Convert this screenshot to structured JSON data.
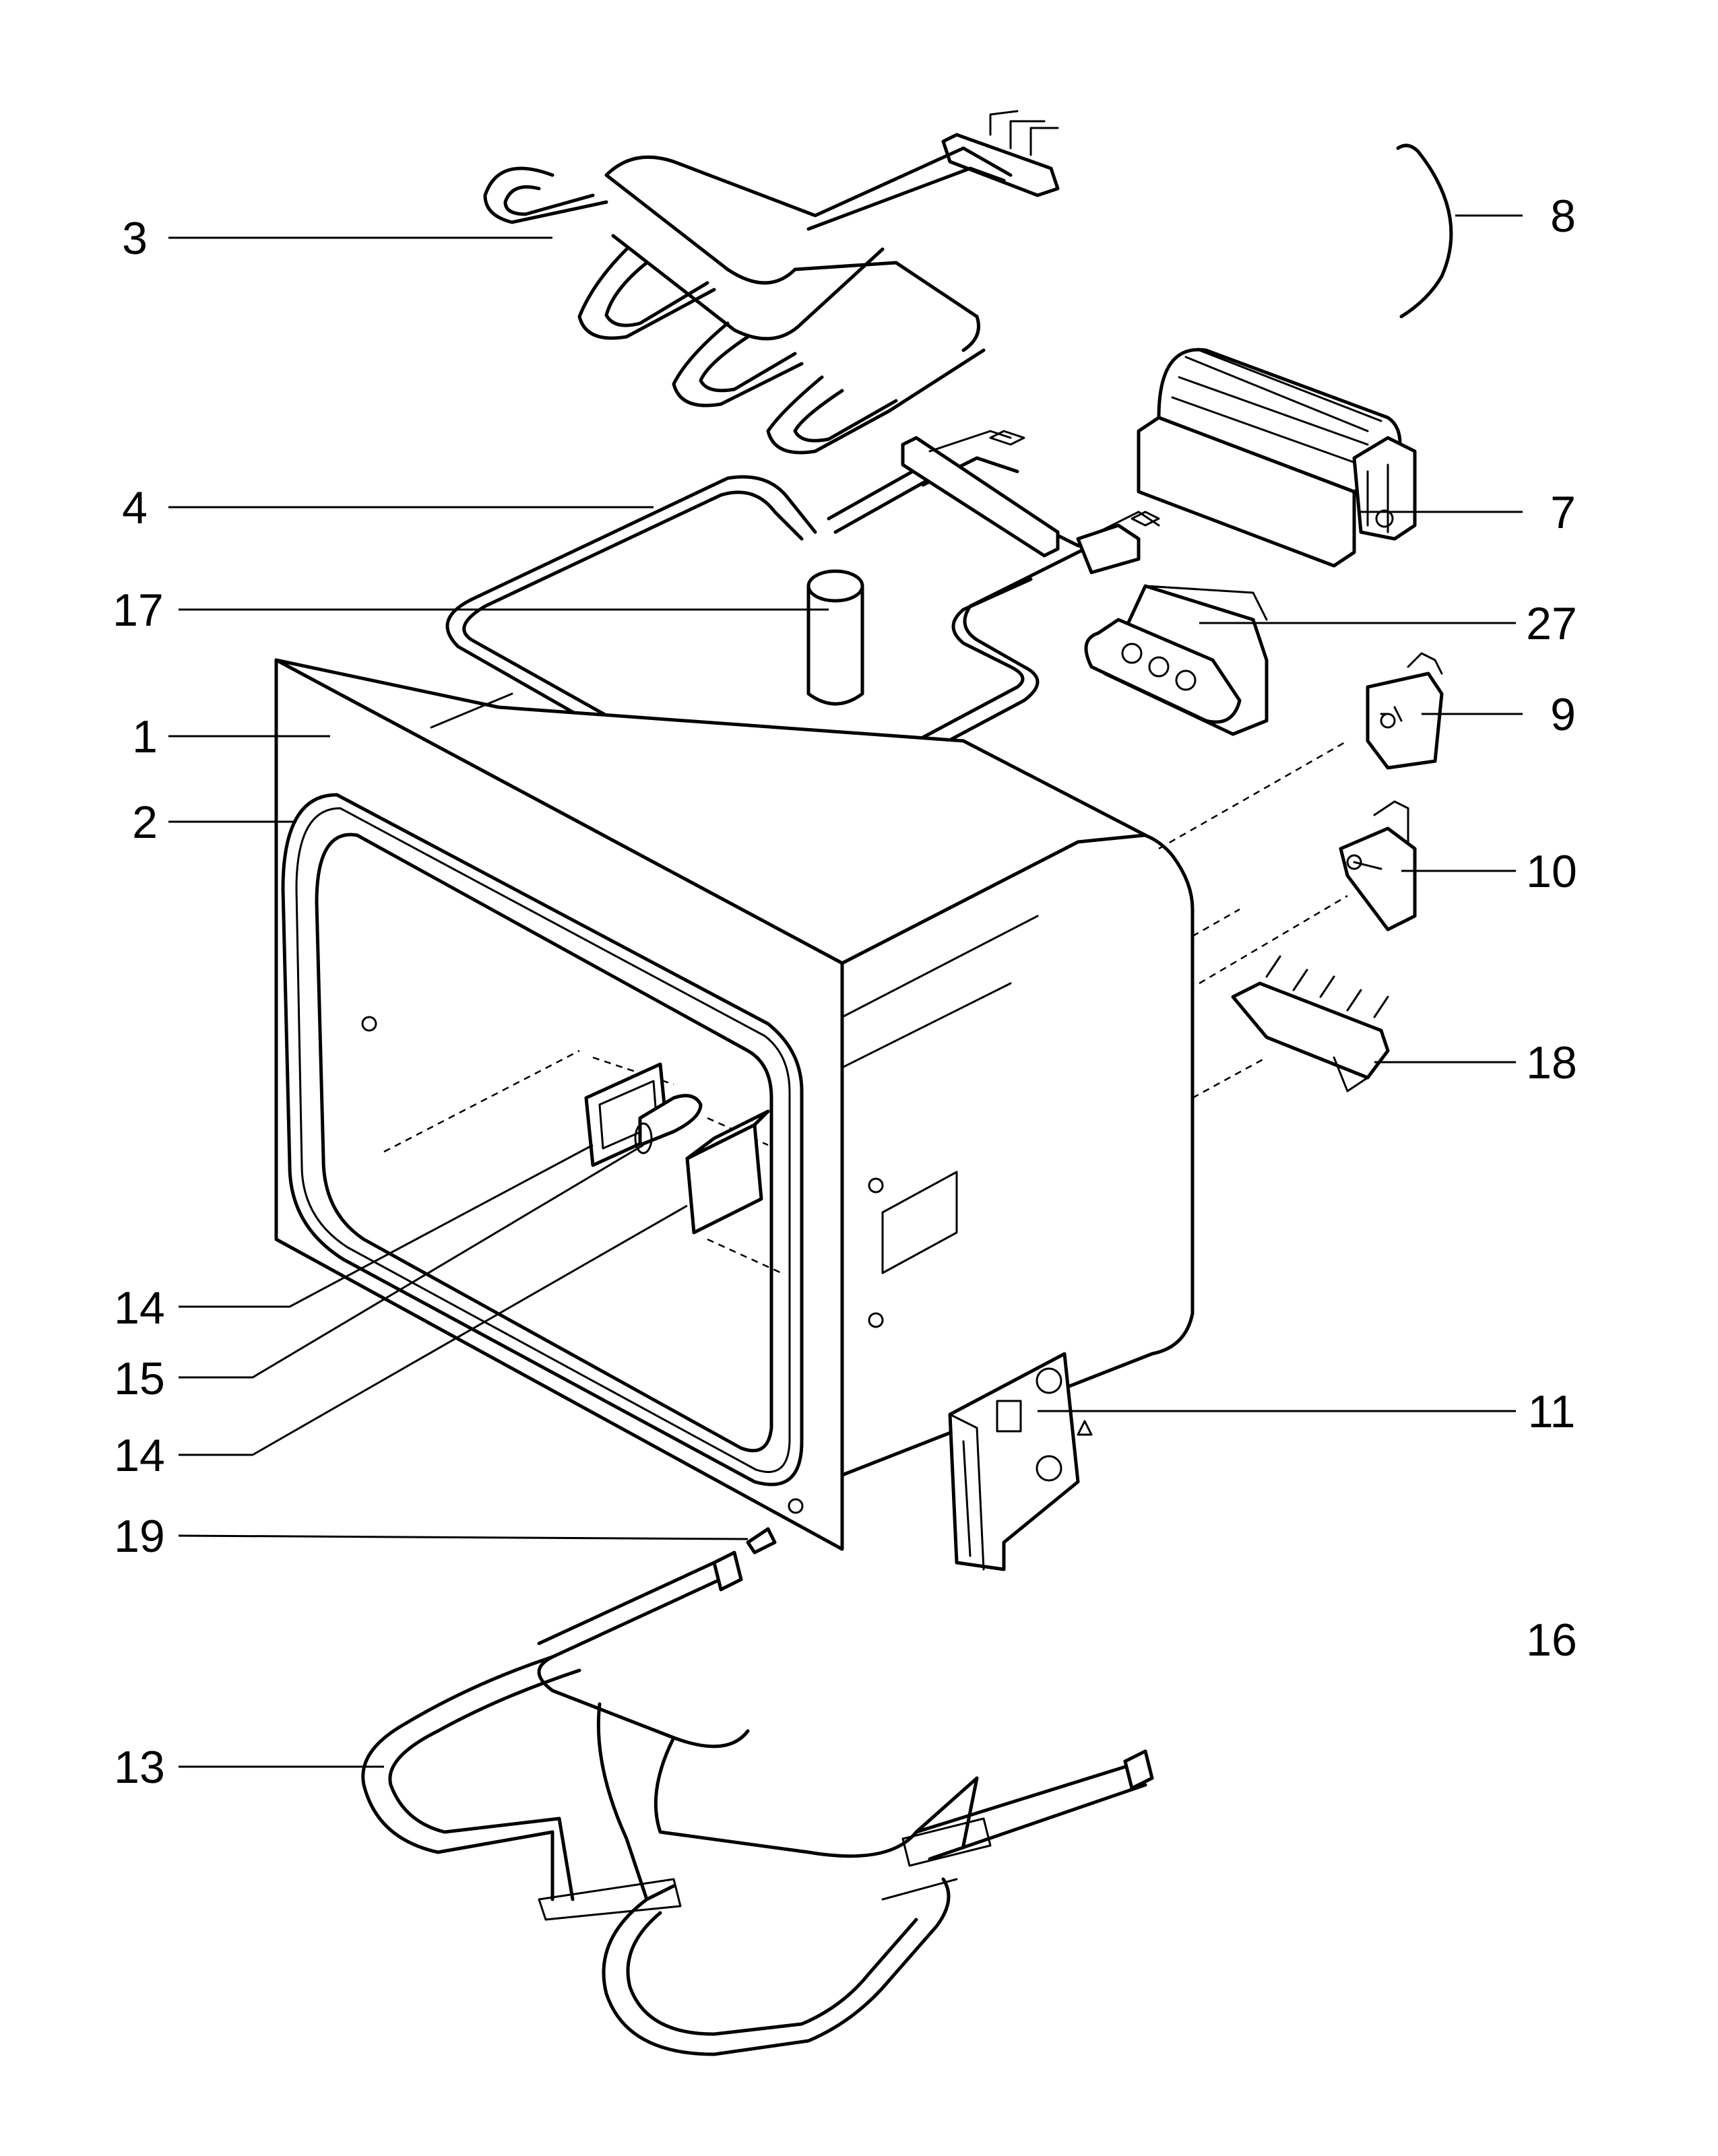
{
  "callouts": {
    "c3": "3",
    "c4": "4",
    "c17": "17",
    "c1": "1",
    "c2": "2",
    "c14a": "14",
    "c15": "15",
    "c14b": "14",
    "c19": "19",
    "c13": "13",
    "c8": "8",
    "c7": "7",
    "c27": "27",
    "c9": "9",
    "c10": "10",
    "c18": "18",
    "c11": "11",
    "c16": "16"
  }
}
